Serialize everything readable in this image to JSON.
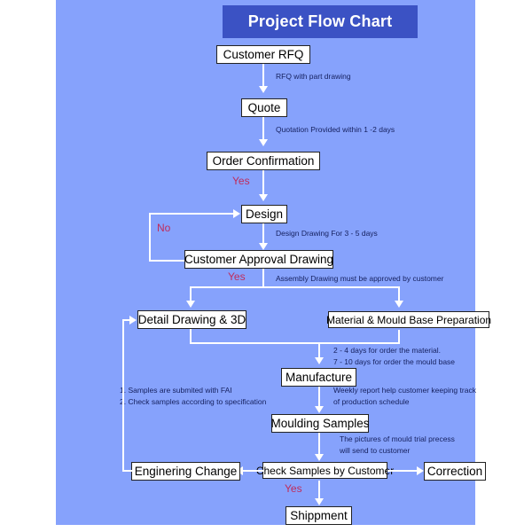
{
  "chart_data": {
    "type": "diagram",
    "title": "Project Flow Chart",
    "colors": {
      "panel_background": "#86a2fc",
      "title_background": "#3b52c4",
      "title_text": "#ffffff",
      "node_background": "#ffffff",
      "node_text": "#000000",
      "connector": "#ffffff",
      "annotation_text": "#15205e",
      "decision_label": "#bf2c5c"
    },
    "nodes": [
      "Customer RFQ",
      "Quote",
      "Order Confirmation",
      "Design",
      "Customer Approval Drawing",
      "Detail Drawing & 3D",
      "Material & Mould Base Preparation",
      "Manufacture",
      "Moulding Samples",
      "Enginering Change",
      "Check Samples by Customer",
      "Correction",
      "Shippment"
    ],
    "edges": [
      {
        "from": "Customer RFQ",
        "to": "Quote",
        "label": "RFQ with part drawing"
      },
      {
        "from": "Quote",
        "to": "Order Confirmation",
        "label": "Quotation Provided within 1 -2 days"
      },
      {
        "from": "Order Confirmation",
        "to": "Design",
        "label": "Yes"
      },
      {
        "from": "Design",
        "to": "Customer Approval Drawing",
        "label": "Design Drawing For 3 - 5 days"
      },
      {
        "from": "Customer Approval Drawing",
        "to": "Design",
        "label": "No"
      },
      {
        "from": "Customer Approval Drawing",
        "to": "Detail Drawing & 3D",
        "label": "Yes"
      },
      {
        "from": "Customer Approval Drawing",
        "to": "Material & Mould Base Preparation",
        "label": "Assembly Drawing must be approved by customer"
      },
      {
        "from": "Detail Drawing & 3D",
        "to": "Manufacture",
        "label": ""
      },
      {
        "from": "Material & Mould Base Preparation",
        "to": "Manufacture",
        "label": "2 - 4 days for order the material. 7 - 10 days for order the mould base"
      },
      {
        "from": "Manufacture",
        "to": "Moulding Samples",
        "label": "Weekly report help customer keeping track of production schedule"
      },
      {
        "from": "Moulding Samples",
        "to": "Check Samples by Customer",
        "label": "The pictures of mould trial precess will send to customer"
      },
      {
        "from": "Check Samples by Customer",
        "to": "Enginering Change",
        "label": ""
      },
      {
        "from": "Check Samples by Customer",
        "to": "Correction",
        "label": ""
      },
      {
        "from": "Check Samples by Customer",
        "to": "Shippment",
        "label": "Yes"
      },
      {
        "from": "Enginering Change",
        "to": "Detail Drawing & 3D",
        "label": ""
      },
      {
        "from": "Correction",
        "to": "Material & Mould Base Preparation",
        "label": ""
      }
    ]
  },
  "header": {
    "title": "Project Flow Chart"
  },
  "nodes": {
    "customer_rfq": "Customer RFQ",
    "quote": "Quote",
    "order_confirmation": "Order Confirmation",
    "design": "Design",
    "customer_approval_drawing": "Customer Approval Drawing",
    "detail_drawing_3d": "Detail Drawing & 3D",
    "material_mould_base": "Material & Mould Base Preparation",
    "manufacture": "Manufacture",
    "moulding_samples": "Moulding Samples",
    "enginering_change": "Enginering Change",
    "check_samples": "Check Samples by Customer",
    "correction": "Correction",
    "shippment": "Shippment"
  },
  "annotations": {
    "rfq_with_part_drawing": "RFQ with part drawing",
    "quotation_provided": "Quotation Provided within 1 -2 days",
    "design_drawing_days": "Design Drawing For 3 - 5 days",
    "assembly_drawing_approved": "Assembly Drawing must be approved by customer",
    "material_days_line1": "2 - 4 days for order the material.",
    "material_days_line2": "7 - 10 days for order the mould base",
    "weekly_report_line1": "Weekly report help customer keeping track",
    "weekly_report_line2": "of production schedule",
    "samples_note_line1": "1. Samples are submited with FAI",
    "samples_note_line2": "2. Check samples according to specification",
    "pictures_note_line1": "The pictures of mould trial precess",
    "pictures_note_line2": "will send to customer"
  },
  "decision_labels": {
    "yes_order_confirmation": "Yes",
    "no_approval": "No",
    "yes_approval": "Yes",
    "yes_check_samples": "Yes"
  }
}
